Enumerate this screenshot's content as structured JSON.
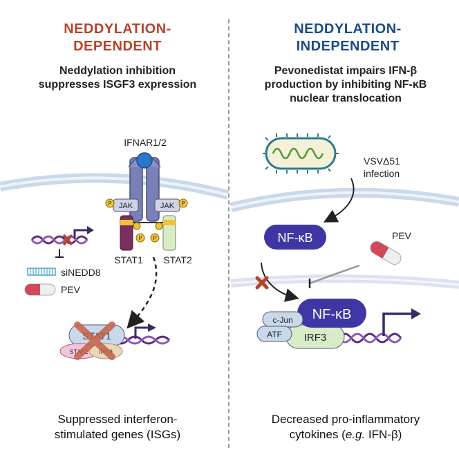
{
  "colors": {
    "left_heading": "#b5432c",
    "right_heading": "#1c4b86",
    "nfkb": "#3f36a6",
    "dna": "#5a2a86",
    "jak_yellow": "#f2c230"
  },
  "left": {
    "heading_line1": "NEDDYLATION-",
    "heading_line2": "DEPENDENT",
    "sub_line1": "Neddylation inhibition",
    "sub_line2": "suppresses ISGF3 expression",
    "receptor_label": "IFNAR1/2",
    "jak_left": "JAK",
    "jak_right": "JAK",
    "phospho": "P",
    "stat1_label": "STAT1",
    "stat2_label": "STAT2",
    "legend_sinedd8": "siNEDD8",
    "legend_pev": "PEV",
    "complex_stat1": "STAT1",
    "complex_stat2": "STAT2",
    "complex_irf9": "IRF9",
    "footer_line1": "Suppressed interferon-",
    "footer_line2": "stimulated genes (ISGs)"
  },
  "right": {
    "heading_line1": "NEDDYLATION-",
    "heading_line2": "INDEPENDENT",
    "sub_line1": "Pevonedistat impairs IFN-β",
    "sub_line2": "production by inhibiting NF-κB",
    "sub_line3": "nuclear translocation",
    "virus_line1": "VSVΔ51",
    "virus_line2": "infection",
    "nfkb_cyto": "NF-κB",
    "pev_label": "PEV",
    "nfkb_nuc": "NF-κB",
    "cjun": "c-Jun",
    "atf": "ATF",
    "irf3": "IRF3",
    "footer_line1": "Decreased pro-inflammatory",
    "footer_line2_pre": "cytokines (",
    "footer_line2_ital": "e.g.",
    "footer_line2_post": " IFN-β)"
  }
}
